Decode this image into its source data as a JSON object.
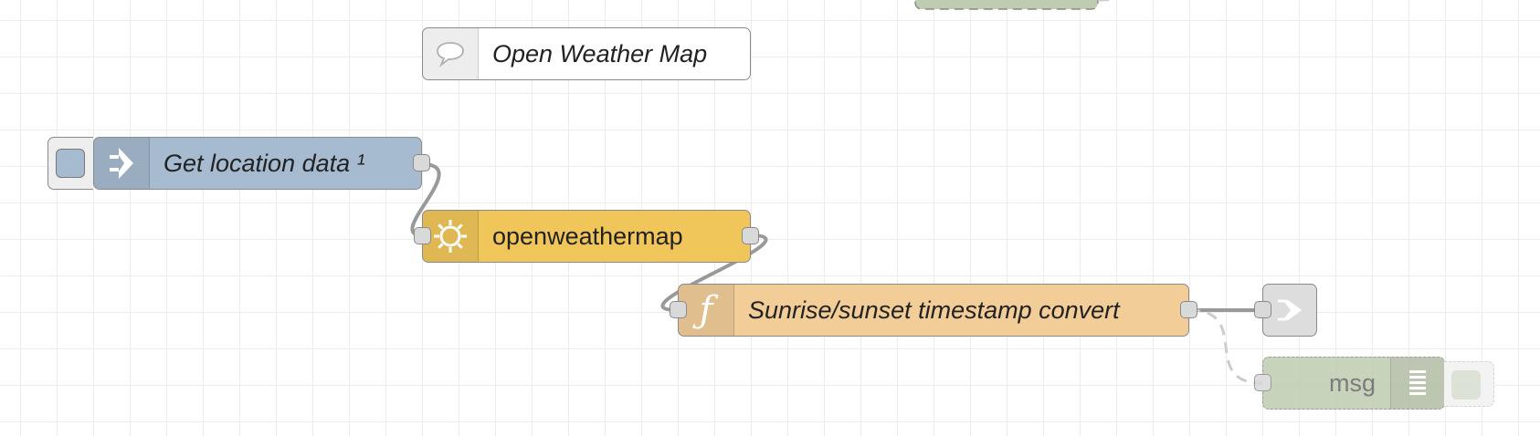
{
  "canvas": {
    "grid_color": "#ececec",
    "background": "#ffffff"
  },
  "nodes": {
    "comment": {
      "label": "Open Weather Map",
      "icon": "speech-bubble-icon",
      "color": "#ffffff"
    },
    "inject": {
      "label": "Get location data ¹",
      "icon": "arrow-right-icon",
      "color": "#a6bbcf",
      "button": "inject-trigger"
    },
    "weather": {
      "label": "openweathermap",
      "icon": "sun-icon",
      "color": "#f0c65b"
    },
    "function": {
      "label": "Sunrise/sunset timestamp convert",
      "icon": "function-icon",
      "color": "#f2cd98"
    },
    "link_out": {
      "icon": "link-out-icon",
      "color": "#dddddd"
    },
    "debug": {
      "label": "msg",
      "icon": "debug-list-icon",
      "color": "#bfccb1",
      "disabled": true
    }
  },
  "colors": {
    "wire": "#999999",
    "port": "#d9d9d9",
    "node_border": "#8a8a8a"
  }
}
